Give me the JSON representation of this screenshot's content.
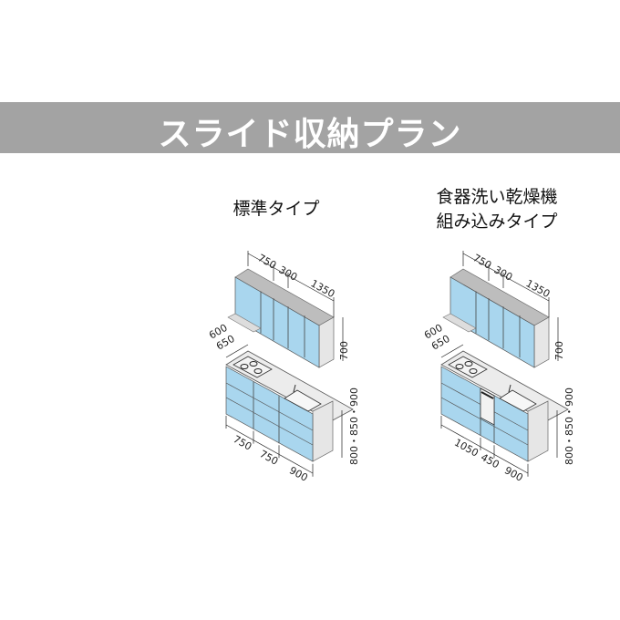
{
  "banner": {
    "title": "スライド収納プラン"
  },
  "plans": [
    {
      "title": "標準タイプ",
      "wall_dims": [
        "750",
        "300",
        "1350"
      ],
      "wall_height": "700",
      "depth": [
        "600",
        "650"
      ],
      "base_dims": [
        "750",
        "750",
        "900"
      ],
      "base_height": "800・850・900",
      "dishwasher": false
    },
    {
      "title_lines": [
        "食器洗い乾燥機",
        "組み込みタイプ"
      ],
      "wall_dims": [
        "750",
        "300",
        "1350"
      ],
      "wall_height": "700",
      "depth": [
        "600",
        "650"
      ],
      "base_dims": [
        "1050",
        "450",
        "900"
      ],
      "base_height": "800・850・900",
      "dishwasher": true
    }
  ],
  "colors": {
    "banner": "#a3a3a3",
    "door": "#a9d6ee",
    "panel": "#e6e6e6",
    "top": "#bdbdbd"
  }
}
